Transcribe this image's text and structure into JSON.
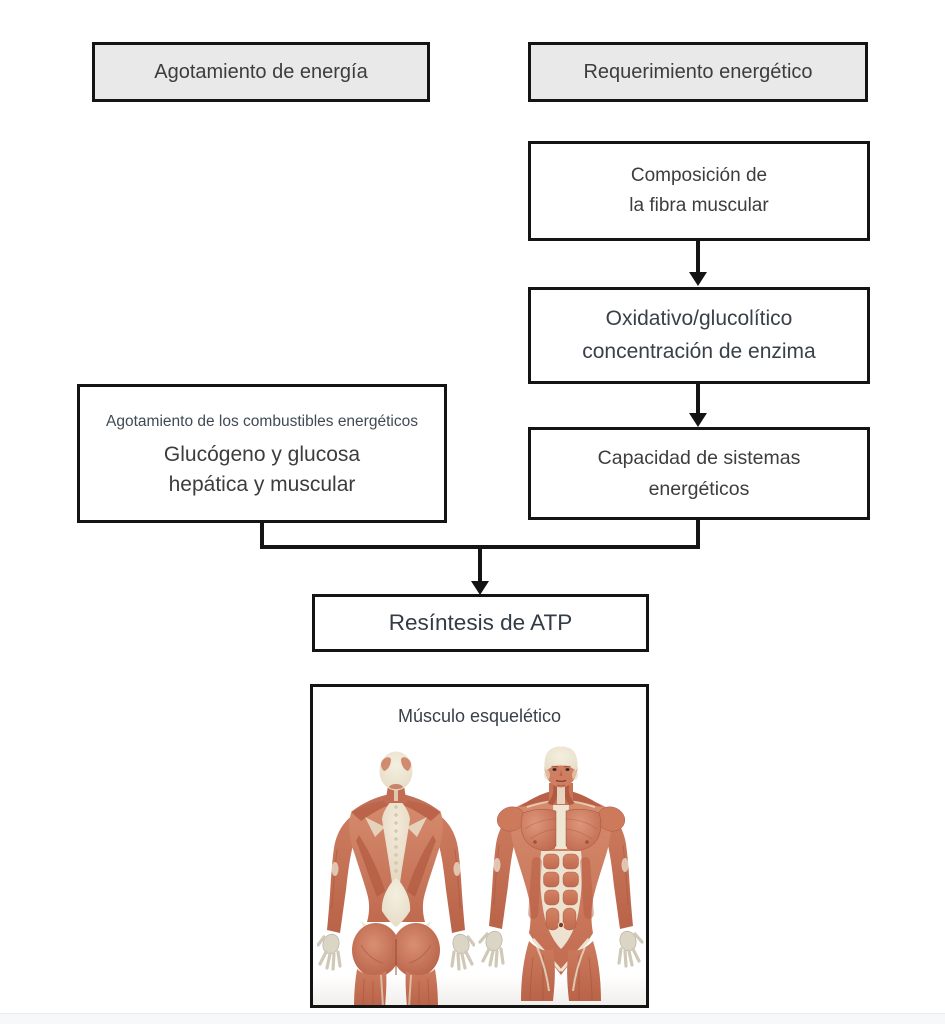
{
  "diagram": {
    "boxes": {
      "energy_depletion": {
        "label": "Agotamiento de energía"
      },
      "energy_requirement": {
        "label": "Requerimiento energético"
      },
      "fiber_composition": {
        "label": "Composición de\nla fibra muscular"
      },
      "enzyme_concentration": {
        "label": "Oxidativo/glucolítico\nconcentración de enzima"
      },
      "systems_capacity": {
        "label": "Capacidad de sistemas\nenergéticos"
      },
      "fuel_depletion": {
        "subtitle": "Agotamiento de los combustibles energéticos",
        "label": "Glucógeno y glucosa\nhepática y muscular"
      },
      "atp_resynthesis": {
        "label": "Resíntesis de ATP"
      },
      "skeletal_muscle": {
        "label": "Músculo esquelético"
      }
    },
    "icons": {
      "arrow": "down-arrow",
      "figure_back": "muscular-anatomy-back-view",
      "figure_front": "muscular-anatomy-front-view"
    },
    "colors": {
      "box_border": "#141414",
      "gray_box_fill": "#e9e9e9",
      "white_box_fill": "#ffffff",
      "text": "#3d3d3d",
      "muscle_tone": "#cd7a5e",
      "muscle_shadow": "#b05a42",
      "bone_cream": "#ece3d0",
      "footer_strip": "#f7f8f9"
    }
  }
}
